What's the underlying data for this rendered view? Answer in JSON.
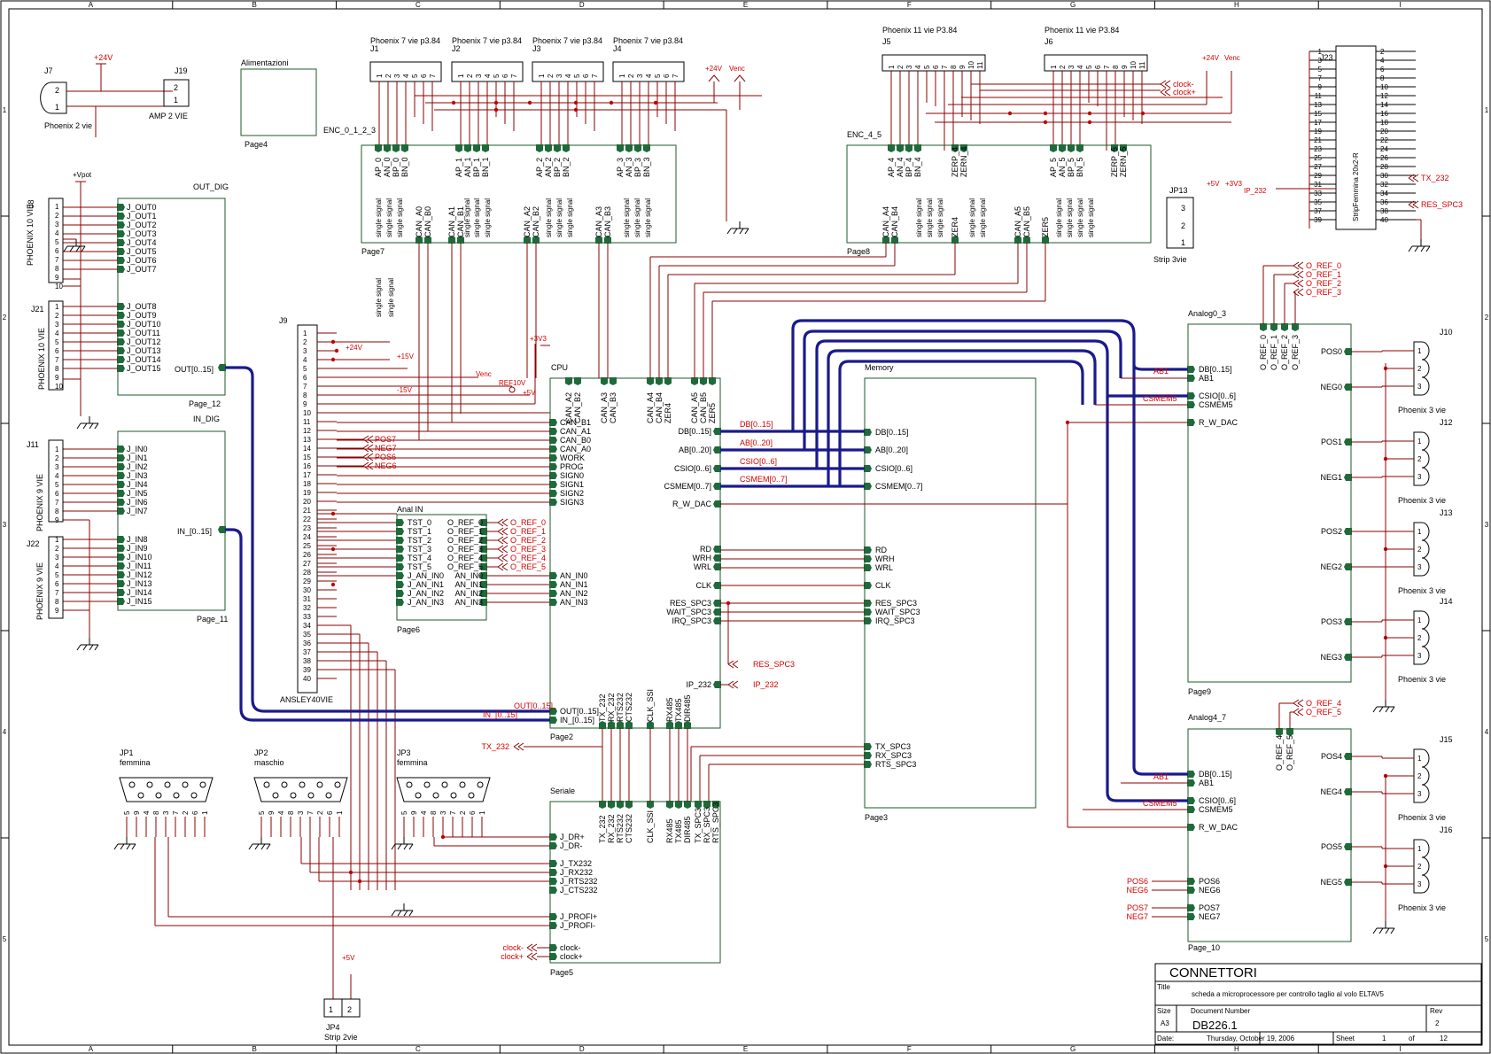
{
  "border": {
    "cols": [
      "A",
      "B",
      "C",
      "D",
      "E",
      "F",
      "G",
      "H",
      "I"
    ],
    "rows": [
      "1",
      "2",
      "3",
      "4",
      "5"
    ]
  },
  "title_block": {
    "sheet_title": "CONNETTORI",
    "title_label": "Title",
    "title": "scheda a microprocessore per controllo taglio al volo ELTAV5",
    "size_label": "Size",
    "size": "A3",
    "docnum_label": "Document Number",
    "docnum": "DB226.1",
    "rev_label": "Rev",
    "rev": "2",
    "date_label": "Date:",
    "date": "Thursday, October 19, 2006",
    "sheet_label": "Sheet",
    "sheet": "1",
    "of_label": "of",
    "sheets": "12"
  },
  "labels": {
    "phoenix_7": "Phoenix 7 vie p3.84",
    "phoenix_11": "Phoenix 11 vie P3.84",
    "phoenix_2": "Phoenix 2 vie",
    "amp2": "AMP 2 VIE",
    "phoenix3": "Phoenix 3 vie",
    "phoenix10": "PHOENIX 10 VIE",
    "phoenix9": "PHOENIX 9 VIE",
    "ansley": "ANSLEY40VIE",
    "strip3": "Strip 3vie",
    "strip2": "Strip 2vie",
    "strip_femmina": "StripFemmina 20x2-R",
    "femmina": "femmina",
    "maschio": "maschio",
    "alimentazioni": "Alimentazioni",
    "out_dig": "OUT_DIG",
    "in_dig": "IN_DIG",
    "enc0123": "ENC_0_1_2_3",
    "enc45": "ENC_4_5",
    "cpu": "CPU",
    "memory": "Memory",
    "anal_in": "Anal IN",
    "seriale": "Seriale",
    "analog0_3": "Analog0_3",
    "analog4_7": "Analog4_7",
    "single_signal": "single signal",
    "vpot": "+Vpot",
    "p24v": "+24V",
    "venc": "Venc",
    "p15v": "+15V",
    "m15v": "-15V",
    "ref10v": "REF10V",
    "p5v": "+5V",
    "p3v3": "+3V3"
  },
  "refs": {
    "J1": "J1",
    "J2": "J2",
    "J3": "J3",
    "J4": "J4",
    "J5": "J5",
    "J6": "J6",
    "J7": "J7",
    "J9": "J9",
    "J10": "J10",
    "J11": "J11",
    "J12": "J12",
    "J13": "J13",
    "J14": "J14",
    "J15": "J15",
    "J16": "J16",
    "J19": "J19",
    "J21": "J21",
    "J22": "J22",
    "J23": "J23",
    "J8": "J8",
    "JP1": "JP1",
    "JP2": "JP2",
    "JP3": "JP3",
    "JP4": "JP4",
    "JP13": "JP13"
  },
  "pages": {
    "p2": "Page2",
    "p3": "Page3",
    "p4": "Page4",
    "p5": "Page5",
    "p6": "Page6",
    "p7": "Page7",
    "p8": "Page8",
    "p9": "Page9",
    "p10": "Page_10",
    "p11": "Page_11",
    "p12": "Page_12"
  },
  "out_dig_pins": [
    "J_OUT0",
    "J_OUT1",
    "J_OUT2",
    "J_OUT3",
    "J_OUT4",
    "J_OUT5",
    "J_OUT6",
    "J_OUT7",
    "J_OUT8",
    "J_OUT9",
    "J_OUT10",
    "J_OUT11",
    "J_OUT12",
    "J_OUT13",
    "J_OUT14",
    "J_OUT15"
  ],
  "out_bus": "OUT[0..15]",
  "in_dig_pins": [
    "J_IN0",
    "J_IN1",
    "J_IN2",
    "J_IN3",
    "J_IN4",
    "J_IN5",
    "J_IN6",
    "J_IN7",
    "J_IN8",
    "J_IN9",
    "J_IN10",
    "J_IN11",
    "J_IN12",
    "J_IN13",
    "J_IN14",
    "J_IN15"
  ],
  "in_bus": "IN_[0..15]",
  "enc0_top": [
    "AP_0",
    "AN_0",
    "BP_0",
    "BN_0",
    "AP_1",
    "AN_1",
    "BP_1",
    "BN_1",
    "AP_2",
    "AN_2",
    "BP_2",
    "BN_2",
    "AP_3",
    "AN_3",
    "BP_3",
    "BN_3"
  ],
  "enc0_bot": [
    "CAN_A0",
    "CAN_B0",
    "CAN_A1",
    "CAN_B1",
    "CAN_A2",
    "CAN_B2",
    "CAN_A3",
    "CAN_B3"
  ],
  "enc45_top": [
    "AP_4",
    "AN_4",
    "BP_4",
    "BN_4",
    "ZERP_4",
    "ZERN_4",
    "AP_5",
    "AN_5",
    "BP_5",
    "BN_5",
    "ZERP_5",
    "ZERN_5"
  ],
  "enc45_bot": [
    "CAN_A4",
    "CAN_B4",
    "ZER4",
    "CAN_A5",
    "CAN_B5",
    "ZER5"
  ],
  "cpu_left": [
    "CAN_B1",
    "CAN_A1",
    "CAN_B0",
    "CAN_A0",
    "WORK",
    "PROG",
    "SIGN0",
    "SIGN1",
    "SIGN2",
    "SIGN3"
  ],
  "cpu_left2": [
    "AN_IN0",
    "AN_IN1",
    "AN_IN2",
    "AN_IN3"
  ],
  "cpu_top": [
    "CAN_A2",
    "CAN_B2",
    "CAN_A3",
    "CAN_B3",
    "CAN_A4",
    "CAN_B4",
    "ZER4",
    "CAN_A5",
    "CAN_B5",
    "ZER5"
  ],
  "cpu_right": [
    "DB[0..15]",
    "AB[0..20]",
    "CSIO[0..6]",
    "CSMEM[0..7]",
    "R_W_DAC",
    "RD",
    "WRH",
    "WRL",
    "CLK",
    "RES_SPC3",
    "WAIT_SPC3",
    "IRQ_SPC3",
    "IP_232"
  ],
  "cpu_bottom_left": [
    "OUT[0..15]",
    "IN_[0..15]"
  ],
  "cpu_bottom": [
    "TX_232",
    "RX_232",
    "RTS232",
    "CTS232",
    "CLK_SSI",
    "RX485",
    "TX485",
    "DIR485"
  ],
  "mem_left": [
    "DB[0..15]",
    "AB[0..20]",
    "CSIO[0..6]",
    "CSMEM[0..7]",
    "RD",
    "WRH",
    "WRL",
    "CLK",
    "RES_SPC3",
    "WAIT_SPC3",
    "IRQ_SPC3",
    "TX_SPC3",
    "RX_SPC3",
    "RTS_SPC3"
  ],
  "bus_labels": [
    "DB[0..15]",
    "AB[0..20]",
    "CSIO[0..6]",
    "CSMEM[0..7]"
  ],
  "anal_left": [
    "TST_0",
    "TST_1",
    "TST_2",
    "TST_3",
    "TST_4",
    "TST_5",
    "J_AN_IN0",
    "J_AN_IN1",
    "J_AN_IN2",
    "J_AN_IN3"
  ],
  "anal_right": [
    "O_REF_0",
    "O_REF_1",
    "O_REF_2",
    "O_REF_3",
    "O_REF_4",
    "O_REF_5",
    "AN_IN0",
    "AN_IN1",
    "AN_IN2",
    "AN_IN3"
  ],
  "oref_nets": [
    "O_REF_0",
    "O_REF_1",
    "O_REF_2",
    "O_REF_3",
    "O_REF_4",
    "O_REF_5"
  ],
  "pos_neg_nets": [
    "POS7",
    "NEG7",
    "POS6",
    "NEG6"
  ],
  "ser_left": [
    "J_DR+",
    "J_DR-",
    "J_TX232",
    "J_RX232",
    "J_RTS232",
    "J_CTS232",
    "J_PROFI+",
    "J_PROFI-",
    "clock-",
    "clock+"
  ],
  "ser_top": [
    "TX_232",
    "RX_232",
    "RTS232",
    "CTS232",
    "CLK_SSI",
    "RX485",
    "TX485",
    "DIR485",
    "TX_SPC3",
    "RX_SPC3",
    "RTS_SPC3"
  ],
  "analog_left": [
    "DB[0..15]",
    "AB1",
    "CSIO[0..6]",
    "CSMEM5",
    "R_W_DAC"
  ],
  "analog_top_0": [
    "O_REF_0",
    "O_REF_1",
    "O_REF_2",
    "O_REF_3"
  ],
  "analog_top_1": [
    "O_REF_4",
    "O_REF_5"
  ],
  "analog_right_0": [
    "POS0",
    "NEG0",
    "POS1",
    "NEG1",
    "POS2",
    "NEG2",
    "POS3",
    "NEG3"
  ],
  "analog_right_1": [
    "POS4",
    "NEG4",
    "POS5",
    "NEG5"
  ],
  "analog_left_1b": [
    "POS6",
    "NEG6",
    "POS7",
    "NEG7"
  ],
  "net_ab1": "AB1",
  "net_csmem5": "CSMEM5",
  "net_res_spc3": "RES_SPC3",
  "net_ip_232": "IP_232",
  "net_tx_232": "TX_232",
  "net_clock_m": "clock-",
  "net_clock_p": "clock+",
  "j9_pins": [
    "1",
    "2",
    "3",
    "4",
    "5",
    "6",
    "7",
    "8",
    "9",
    "10",
    "11",
    "12",
    "13",
    "14",
    "15",
    "16",
    "17",
    "18",
    "19",
    "20",
    "21",
    "22",
    "23",
    "24",
    "25",
    "26",
    "27",
    "28",
    "29",
    "30",
    "31",
    "32",
    "33",
    "34",
    "35",
    "36",
    "37",
    "38",
    "39",
    "40"
  ],
  "j9_nets": [
    "POS7",
    "NEG7",
    "POS6",
    "NEG6"
  ],
  "j23_left": [
    "1",
    "3",
    "5",
    "7",
    "9",
    "11",
    "13",
    "15",
    "17",
    "19",
    "21",
    "23",
    "25",
    "27",
    "29",
    "31",
    "33",
    "35",
    "37",
    "39"
  ],
  "j23_right": [
    "2",
    "4",
    "6",
    "8",
    "10",
    "12",
    "14",
    "16",
    "18",
    "20",
    "22",
    "24",
    "26",
    "28",
    "30",
    "32",
    "34",
    "36",
    "38",
    "40"
  ],
  "jp13_nets": [
    "+5V",
    "+3V3",
    "IP_232"
  ],
  "db9_pins": [
    "5",
    "9",
    "4",
    "8",
    "3",
    "7",
    "2",
    "6",
    "1"
  ]
}
